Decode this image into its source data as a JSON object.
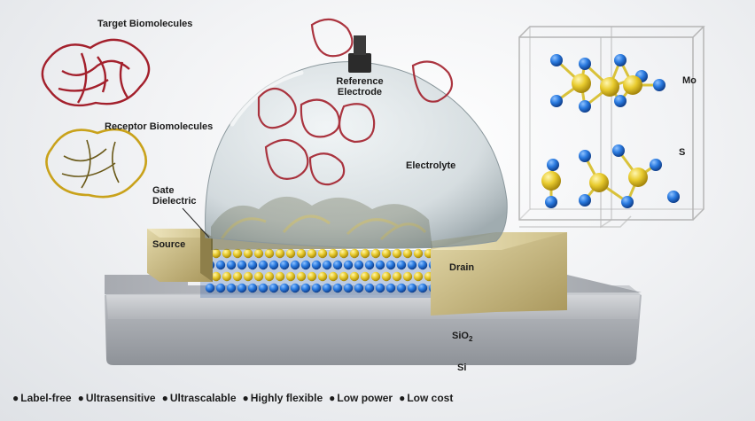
{
  "labels": {
    "target": "Target Biomolecules",
    "receptor": "Receptor Biomolecules",
    "gate_line1": "Gate",
    "gate_line2": "Dielectric",
    "reference_line1": "Reference",
    "reference_line2": "Electrode",
    "electrolyte": "Electrolyte",
    "source": "Source",
    "drain": "Drain",
    "sio2_base": "SiO",
    "sio2_sub": "2",
    "si": "Si",
    "mo": "Mo",
    "s": "S"
  },
  "features": [
    "Label-free",
    "Ultrasensitive",
    "Ultrascalable",
    "Highly flexible",
    "Low power",
    "Low cost"
  ],
  "bullet": "●",
  "colors": {
    "gold": "#c9ac2a",
    "blue": "#1f6fd6",
    "protein_red": "#a3202c",
    "electrode": "#c8b98a",
    "substrate": "#9a9ea4"
  }
}
